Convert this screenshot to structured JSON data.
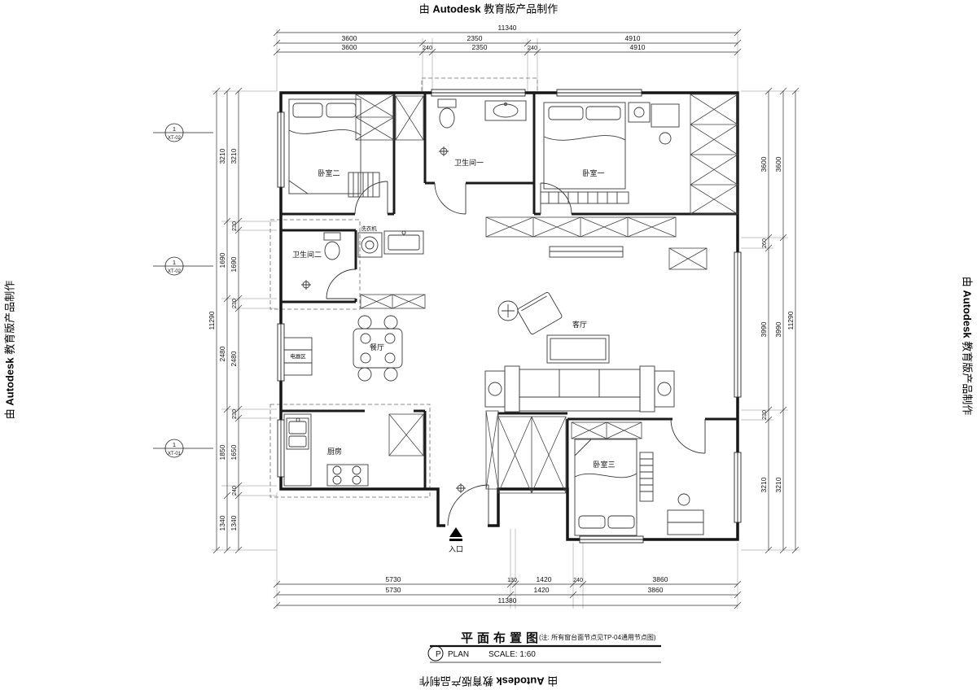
{
  "watermark": {
    "prefix": "由 ",
    "brand": "Autodesk",
    "suffix": " 教育版产品制作"
  },
  "title_block": {
    "title": "平面布置图",
    "note": "(注: 所有窗台面节点见TP-04通用节点图)",
    "tag": "P",
    "plan": "PLAN",
    "scale": "SCALE: 1:60"
  },
  "rooms": {
    "bedroom2": "卧室二",
    "bath1": "卫生间一",
    "bedroom1": "卧室一",
    "bath2": "卫生间二",
    "washer": "洗衣机",
    "appliance": "电器区",
    "dining": "餐厅",
    "living": "客厅",
    "kitchen": "厨房",
    "bedroom3": "卧室三",
    "entrance": "入口"
  },
  "markers": {
    "m1": {
      "num": "1",
      "code": "XT-02"
    },
    "m2": {
      "num": "1",
      "code": "XT-02"
    },
    "m3": {
      "num": "1",
      "code": "XT-01"
    }
  },
  "dims": {
    "top": {
      "total": "11340",
      "coarse": [
        "3600",
        "2350",
        "4910"
      ],
      "fine": [
        "3600",
        "240",
        "2350",
        "240",
        "4910"
      ]
    },
    "bottom": {
      "total": "11380",
      "coarse": [
        "5730",
        "1420",
        "3860"
      ],
      "fine": [
        "5730",
        "130",
        "1420",
        "240",
        "3860"
      ]
    },
    "left": {
      "total": "11290",
      "coarse": [
        "3210",
        "1690",
        "2480",
        "1850",
        "1340"
      ],
      "fine": [
        "3210",
        "230",
        "1690",
        "230",
        "2480",
        "230",
        "1650",
        "240",
        "1340"
      ]
    },
    "right": {
      "total": "11290",
      "coarse": [
        "3600",
        "3990",
        "3210"
      ],
      "fine": [
        "3600",
        "260",
        "3990",
        "230",
        "3210"
      ]
    }
  }
}
